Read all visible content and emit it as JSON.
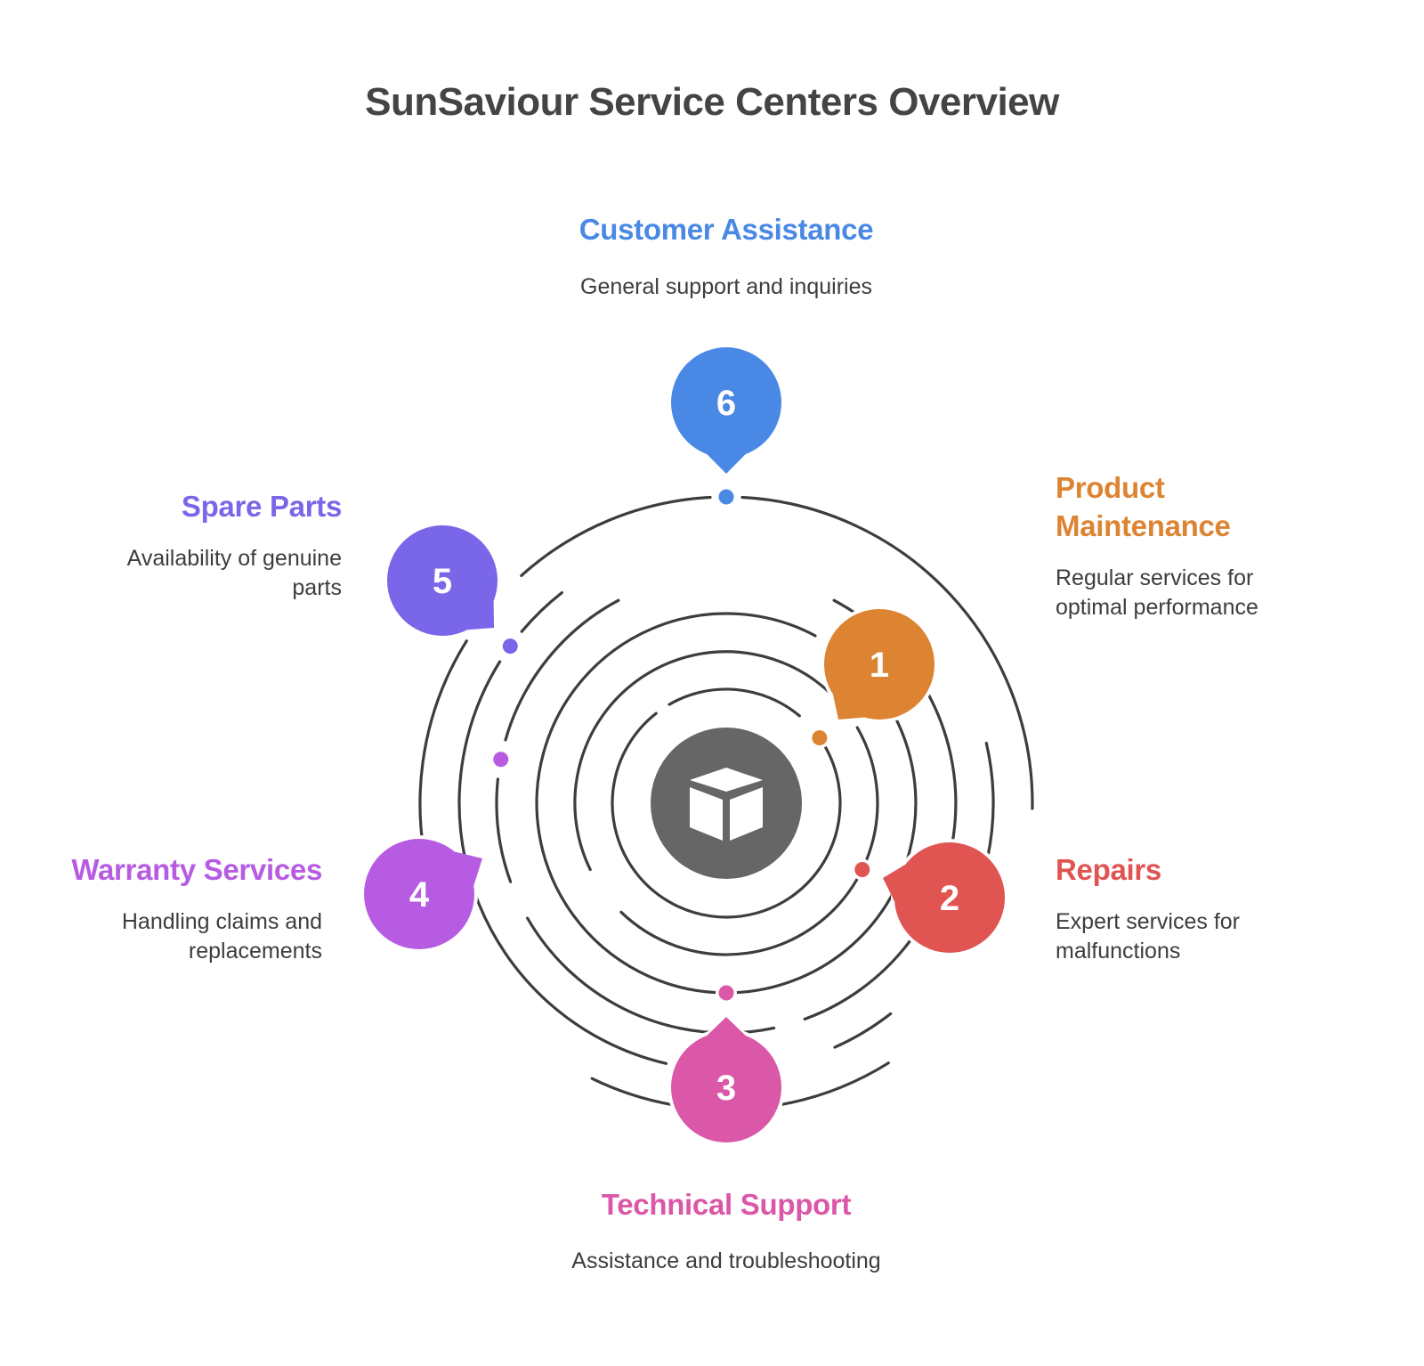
{
  "title": "SunSaviour Service Centers Overview",
  "center": {
    "icon": "cube-icon",
    "color": "#666666"
  },
  "ring_color": "#3d3d3d",
  "steps": [
    {
      "number": "1",
      "label": "Product Maintenance",
      "label_lines": [
        "Product",
        "Maintenance"
      ],
      "description_lines": [
        "Regular services for",
        "optimal performance"
      ],
      "color": "#DD8432"
    },
    {
      "number": "2",
      "label": "Repairs",
      "label_lines": [
        "Repairs"
      ],
      "description_lines": [
        "Expert services for",
        "malfunctions"
      ],
      "color": "#E05552"
    },
    {
      "number": "3",
      "label": "Technical Support",
      "label_lines": [
        "Technical Support"
      ],
      "description_lines": [
        "Assistance and troubleshooting"
      ],
      "color": "#DB57A7"
    },
    {
      "number": "4",
      "label": "Warranty Services",
      "label_lines": [
        "Warranty Services"
      ],
      "description_lines": [
        "Handling claims and",
        "replacements"
      ],
      "color": "#B75CE2"
    },
    {
      "number": "5",
      "label": "Spare Parts",
      "label_lines": [
        "Spare Parts"
      ],
      "description_lines": [
        "Availability of genuine",
        "parts"
      ],
      "color": "#7A66E8"
    },
    {
      "number": "6",
      "label": "Customer Assistance",
      "label_lines": [
        "Customer Assistance"
      ],
      "description_lines": [
        "General support and inquiries"
      ],
      "color": "#4A88E6"
    }
  ]
}
